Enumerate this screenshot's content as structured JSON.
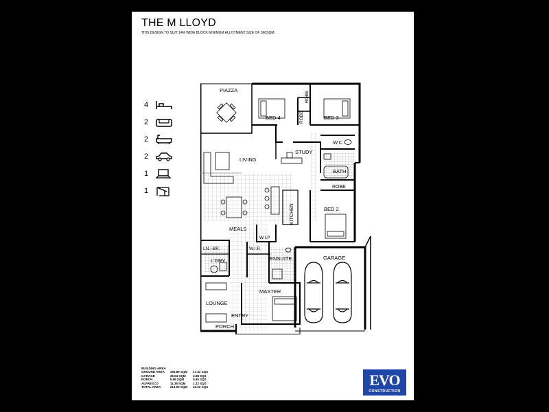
{
  "title": "THE M LLOYD",
  "subtitle": "THIS DESIGN TO SUIT 14M WIDE BLOCK MINIMUM ALLOTMENT SIZE OF 360SQM.",
  "features": [
    {
      "count": "4",
      "icon": "bed-icon"
    },
    {
      "count": "2",
      "icon": "sofa-icon"
    },
    {
      "count": "2",
      "icon": "bathtub-icon"
    },
    {
      "count": "2",
      "icon": "car-icon"
    },
    {
      "count": "1",
      "icon": "laptop-icon"
    },
    {
      "count": "1",
      "icon": "alfresco-icon"
    }
  ],
  "rooms": {
    "piazza": "PIAZZA",
    "bed4": "BED 4",
    "robe1": "ROBE",
    "robe2": "ROBE",
    "bed3": "BED 3",
    "wc": "W.C",
    "living": "LIVING",
    "study": "STUDY",
    "bath": "BATH",
    "robe3": "ROBE",
    "bed2": "BED 2",
    "kitchen": "KITCHEN",
    "meals": "MEALS",
    "wip": "W.I.P",
    "lnbr": "LN.–BR.",
    "wir": "W.I.R",
    "ensuite": "ENSUITE",
    "garage": "GARAGE",
    "ldry": "L'DRY",
    "lounge": "LOUNGE",
    "master": "MASTER",
    "entry": "ENTRY",
    "porch": "PORCH"
  },
  "areas": {
    "title": "BUILDING AREA",
    "rows": [
      {
        "name": "GROUND AREA",
        "sqm": "160.89 SQM",
        "sqs": "17.32 SQS"
      },
      {
        "name": "GARAGE",
        "sqm": "36.04 SQM",
        "sqs": "3.88 SQS"
      },
      {
        "name": "PORCH",
        "sqm": "5.98 SQM",
        "sqs": "0.65 SQS"
      },
      {
        "name": "ALFRESCO",
        "sqm": "11.38 SQM",
        "sqs": "1.22 SQS"
      },
      {
        "name": "TOTAL AREA",
        "sqm": "213.90 SQM",
        "sqs": "23.02 SQS"
      }
    ]
  },
  "logo": {
    "mark": "EVO",
    "sub": "CONSTRUCTION",
    "color": "#1e47a8"
  }
}
